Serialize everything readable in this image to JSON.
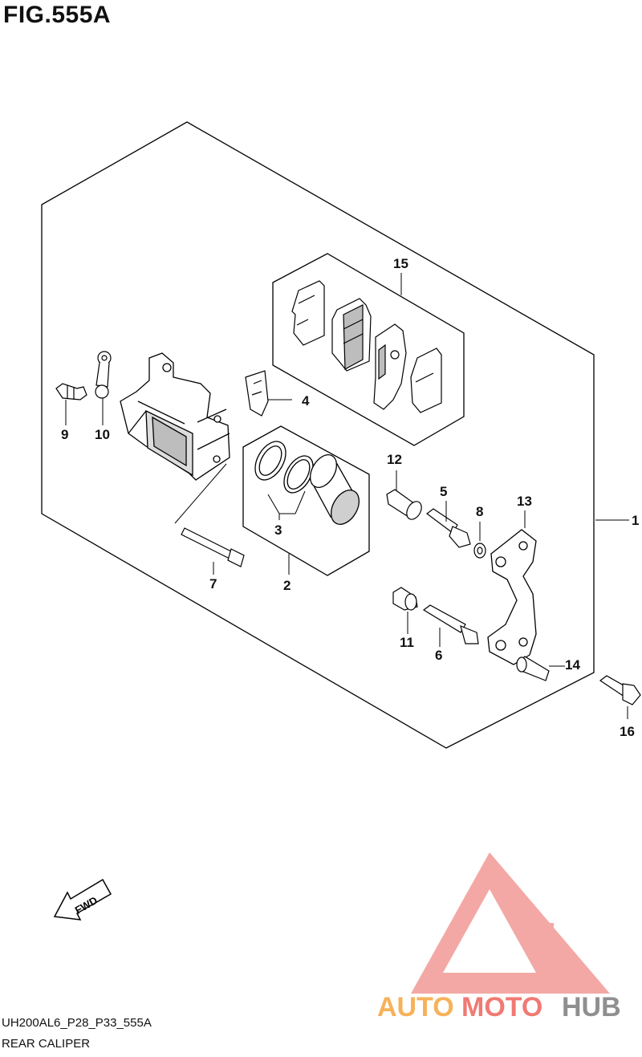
{
  "figure": {
    "title": "FIG.555A",
    "code": "UH200AL6_P28_P33_555A",
    "name": "REAR CALIPER",
    "direction_label": "FWD"
  },
  "callouts": [
    {
      "key": "1",
      "label": "1"
    },
    {
      "key": "2",
      "label": "2"
    },
    {
      "key": "3",
      "label": "3"
    },
    {
      "key": "4",
      "label": "4"
    },
    {
      "key": "5",
      "label": "5"
    },
    {
      "key": "6",
      "label": "6"
    },
    {
      "key": "7",
      "label": "7"
    },
    {
      "key": "8",
      "label": "8"
    },
    {
      "key": "9",
      "label": "9"
    },
    {
      "key": "10",
      "label": "10"
    },
    {
      "key": "11",
      "label": "11"
    },
    {
      "key": "12",
      "label": "12"
    },
    {
      "key": "13",
      "label": "13"
    },
    {
      "key": "14",
      "label": "14"
    },
    {
      "key": "15",
      "label": "15"
    },
    {
      "key": "16",
      "label": "16"
    }
  ],
  "watermark": {
    "part1": "AUTO",
    "part2": "MOTO",
    "part3": "HUB",
    "color_auto": "#f6b25a",
    "color_moto": "#f07a73",
    "color_hub": "#8f8f8f",
    "logo_color": "#f08b87"
  }
}
